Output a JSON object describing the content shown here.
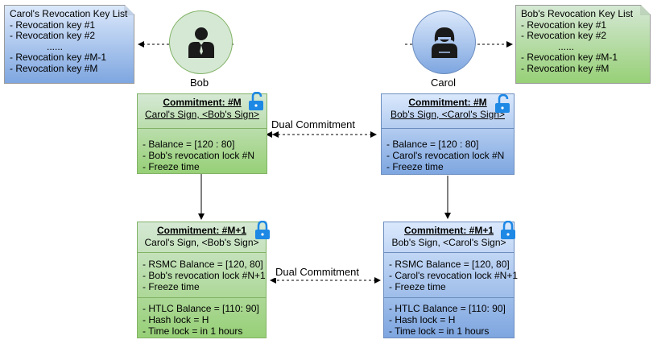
{
  "left_note": {
    "title": "Carol's Revocation Key List",
    "items": [
      "- Revocation key #1",
      "- Revocation key #2",
      "......",
      "- Revocation key #M-1",
      "- Revocation key #M"
    ]
  },
  "right_note": {
    "title": "Bob's Revocation Key List",
    "items": [
      "- Revocation key #1",
      "- Revocation key #2",
      "......",
      "- Revocation key #M-1",
      "- Revocation key #M"
    ]
  },
  "bob": {
    "label": "Bob"
  },
  "carol": {
    "label": "Carol"
  },
  "bob_m": {
    "title": "Commitment: #M",
    "sign": "Carol's Sign, <Bob's Sign>",
    "items": [
      "- Balance = [120 : 80]",
      "- Bob's revocation lock #N",
      "- Freeze time"
    ]
  },
  "carol_m": {
    "title": "Commitment: #M",
    "sign": "Bob's Sign, <Carol's Sign>",
    "items": [
      "- Balance = [120 : 80]",
      "- Carol's revocation lock #N",
      "- Freeze time"
    ]
  },
  "bob_m1": {
    "title": "Commitment: #M+1",
    "sign": "Carol's Sign, <Bob's Sign>",
    "rsmc": [
      "- RSMC Balance = [120, 80]",
      "- Bob's revocation lock #N+1",
      "- Freeze time"
    ],
    "htlc": [
      "- HTLC Balance = [110: 90]",
      "- Hash lock = H",
      "- Time lock = in 1 hours"
    ]
  },
  "carol_m1": {
    "title": "Commitment: #M+1",
    "sign": "Bob's Sign, <Carol's Sign>",
    "rsmc": [
      "- RSMC Balance = [120, 80]",
      "- Carol's revocation lock #N+1",
      "- Freeze time"
    ],
    "htlc": [
      "- HTLC Balance = [110: 90]",
      "- Hash lock = H",
      "- Time lock = in 1 hours"
    ]
  },
  "dual_top": "Dual Commitment",
  "dual_bottom": "Dual Commitment",
  "colors": {
    "green_fill": "#d5e8d4",
    "green_dark": "#97d077",
    "green_stroke": "#82b366",
    "blue_fill": "#dae8fc",
    "blue_dark": "#7ea6e0",
    "blue_stroke": "#6c8ebf",
    "lock_blue": "#1e88e5",
    "person_dark": "#1a1a1a"
  },
  "icons": [
    "person-icon",
    "woman-icon",
    "unlocked-icon",
    "locked-icon"
  ]
}
